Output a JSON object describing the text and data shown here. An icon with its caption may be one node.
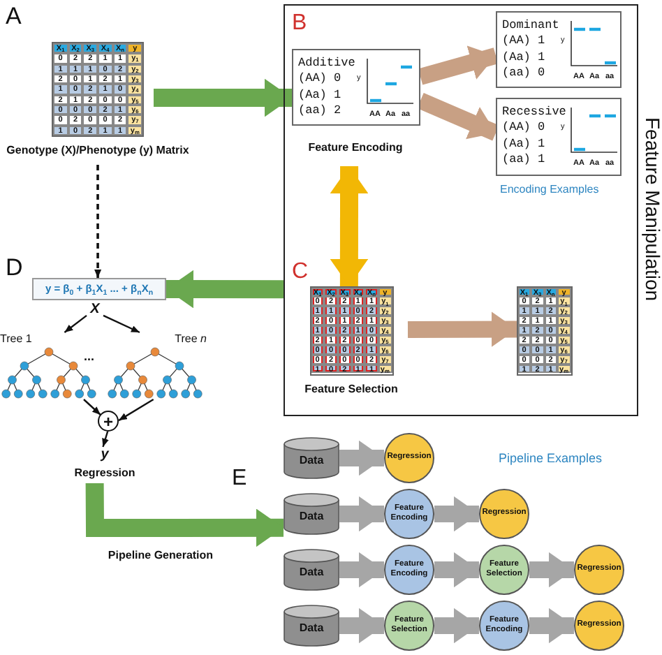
{
  "diagram": {
    "nodes": [
      {
        "text": [
          "X$_{1}$",
          "X$_{2}$",
          "X$_{3}$",
          "X$_{4}$",
          "X$_{n}$",
          "y",
          "0",
          "2",
          "2",
          "1",
          "1",
          "y$_{1}$",
          "1",
          "1",
          "1",
          "0",
          "2",
          "y$_{2}$",
          "2",
          "0",
          "1",
          "2",
          "1",
          "y$_{3}$",
          "1",
          "0",
          "2",
          "1",
          "0",
          "y$_{4}$",
          "2",
          "1",
          "2",
          "0",
          "0",
          "y$_{5}$",
          "0",
          "0",
          "0",
          "2",
          "1",
          "y$_{6}$",
          "0",
          "2",
          "0",
          "0",
          "2",
          "y$_{7}$",
          "1",
          "0",
          "2",
          "1",
          "1",
          "y$_{m}$"
        ],
        "beside": [
          "Genotype (X)/Phenotype (y) Matrix"
        ]
      },
      {
        "text": [
          "Feature Manipulation"
        ]
      },
      {
        "text": [
          "Additive",
          "(AA) 0",
          "(Aa) 1",
          "(aa) 2",
          "y",
          "AA",
          "Aa",
          "aa"
        ],
        "in": 1,
        "beside": [
          "Feature Encoding"
        ]
      },
      {
        "text": [
          "Dominant",
          "(AA) 1",
          "(Aa) 1",
          "(aa) 0",
          "y",
          "AA",
          "Aa",
          "aa"
        ],
        "in": 1
      },
      {
        "text": [
          "Recessive",
          "(AA) 0",
          "(Aa) 1",
          "(aa) 1",
          "y",
          "AA",
          "Aa",
          "aa"
        ],
        "in": 1
      },
      {
        "text": [
          "X$_{1}$",
          "X$_{2}$",
          "X$_{3}$",
          "X$_{4}$",
          "X$_{n}$",
          "y",
          "0",
          "2",
          "2",
          "1",
          "1",
          "y$_{1}$",
          "1",
          "1",
          "1",
          "0",
          "2",
          "y$_{2}$",
          "2",
          "0",
          "1",
          "2",
          "1",
          "y$_{3}$",
          "1",
          "0",
          "2",
          "1",
          "0",
          "y$_{4}$",
          "2",
          "1",
          "2",
          "0",
          "0",
          "y$_{5}$",
          "0",
          "0",
          "0",
          "2",
          "1",
          "y$_{6}$",
          "0",
          "2",
          "0",
          "0",
          "2",
          "y$_{7}$",
          "1",
          "0",
          "2",
          "1",
          "1",
          "y$_{m}$"
        ],
        "in": 1,
        "beside": [
          "Feature Selection"
        ]
      },
      {
        "text": [
          "X$_{1}$",
          "X$_{3}$",
          "X$_{n}$",
          "y",
          "0",
          "2",
          "1",
          "y$_{1}$",
          "1",
          "1",
          "2",
          "y$_{2}$",
          "2",
          "1",
          "1",
          "y$_{3}$",
          "1",
          "2",
          "0",
          "y$_{4}$",
          "2",
          "2",
          "0",
          "y$_{5}$",
          "0",
          "0",
          "1",
          "y$_{6}$",
          "0",
          "0",
          "2",
          "y$_{7}$",
          "1",
          "2",
          "1",
          "y$_{m}$"
        ],
        "in": 1
      },
      {
        "text": [
          "y = β$_{0}$ + β$_{1}$X$_{1}$ ... + β$_{n}$X$_{n}$"
        ]
      },
      {
        "text": [
          "X"
        ]
      },
      {
        "text": [],
        "shape": "picture",
        "beside": [
          "Tree 1"
        ]
      },
      {
        "text": [],
        "shape": "picture",
        "beside": [
          "Tree *n*"
        ]
      },
      {
        "text": [
          "+"
        ]
      },
      {
        "text": [
          "y"
        ],
        "beside": [
          "Regression"
        ]
      },
      {
        "text": [
          "Data"
        ]
      },
      {
        "text": [
          "Regression"
        ]
      },
      {
        "text": [
          "Data"
        ]
      },
      {
        "text": [
          "Feature Encoding"
        ]
      },
      {
        "text": [
          "Regression"
        ]
      },
      {
        "text": [
          "Data"
        ]
      },
      {
        "text": [
          "Feature Encoding"
        ]
      },
      {
        "text": [
          "Feature Selection"
        ]
      },
      {
        "text": [
          "Regression"
        ]
      },
      {
        "text": [
          "Data"
        ]
      },
      {
        "text": [
          "Feature Selection"
        ]
      },
      {
        "text": [
          "Feature Encoding"
        ]
      },
      {
        "text": [
          "Regression"
        ]
      }
    ],
    "edges": [
      {
        "from": 0,
        "to": 2,
        "arrow": "to",
        "color": "#6aa84f"
      },
      {
        "from": 0,
        "to": 7,
        "arrow": "to",
        "style": "dashed",
        "color": "#111111"
      },
      {
        "from": 2,
        "to": 3,
        "arrow": "to",
        "color": "#c8a084"
      },
      {
        "from": 2,
        "to": 4,
        "arrow": "to",
        "color": "#c8a084"
      },
      {
        "from": 2,
        "to": 5,
        "arrow": "both",
        "color": "#f2b705"
      },
      {
        "from": 5,
        "to": 6,
        "arrow": "to",
        "color": "#c8a084"
      },
      {
        "from": 1,
        "to": 7,
        "arrow": "to",
        "color": "#6aa84f"
      },
      {
        "from": 8,
        "to": 9,
        "arrow": "to",
        "color": "#111111"
      },
      {
        "from": 8,
        "to": 10,
        "arrow": "to",
        "color": "#111111"
      },
      {
        "from": 9,
        "to": 11,
        "arrow": "to",
        "color": "#111111"
      },
      {
        "from": 10,
        "to": 11,
        "arrow": "to",
        "color": "#111111"
      },
      {
        "from": 11,
        "to": 12,
        "arrow": "to",
        "color": "#111111"
      },
      {
        "from": 12,
        "to": 15,
        "arrow": "to",
        "label": "Pipeline Generation",
        "color": "#6aa84f"
      },
      {
        "from": 13,
        "to": 14,
        "arrow": "to"
      },
      {
        "from": 15,
        "to": 16,
        "arrow": "to"
      },
      {
        "from": 16,
        "to": 17,
        "arrow": "to"
      },
      {
        "from": 18,
        "to": 19,
        "arrow": "to"
      },
      {
        "from": 19,
        "to": 20,
        "arrow": "to"
      },
      {
        "from": 20,
        "to": 21,
        "arrow": "to"
      },
      {
        "from": 22,
        "to": 23,
        "arrow": "to"
      },
      {
        "from": 23,
        "to": 24,
        "arrow": "to"
      },
      {
        "from": 24,
        "to": 25,
        "arrow": "to"
      }
    ],
    "labels": [
      "A",
      "B",
      "C",
      "D",
      "E",
      "Encoding Examples",
      "...",
      "Pipeline Examples"
    ]
  }
}
